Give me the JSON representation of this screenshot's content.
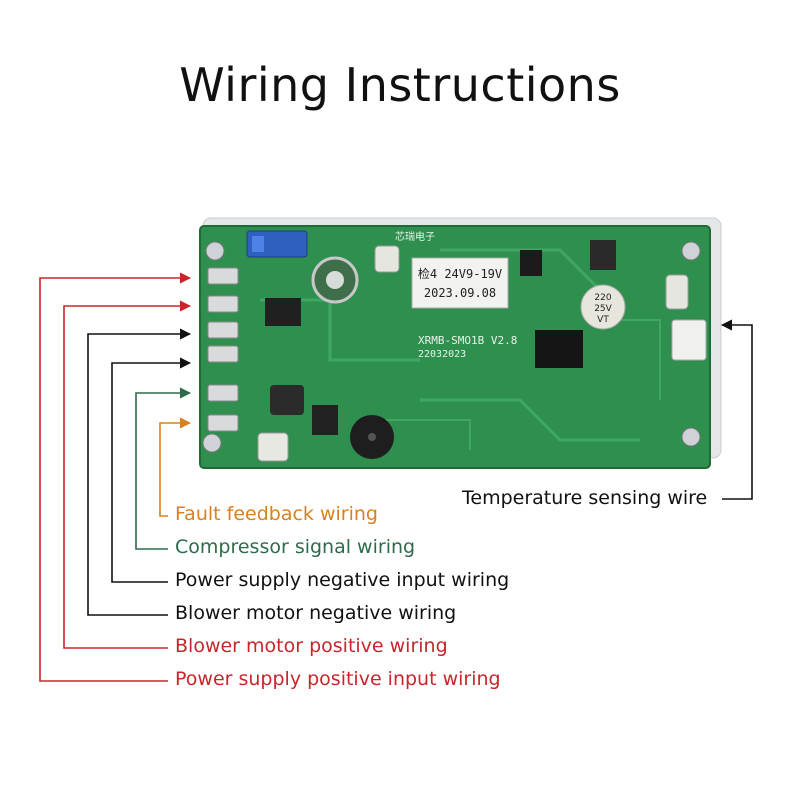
{
  "title": "Wiring Instructions",
  "board": {
    "label_line1": "检4 24V9-19V",
    "label_line2": "2023.09.08",
    "model": "XRMB-SMO1B V2.8",
    "code": "22032023",
    "brand": "芯瑞电子",
    "cap_label_1": "220",
    "cap_label_2": "25V",
    "cap_label_3": "VT"
  },
  "labels": {
    "fault_feedback": "Fault feedback wiring",
    "compressor_signal": "Compressor signal wiring",
    "power_negative": "Power supply negative input wiring",
    "blower_negative": "Blower motor negative wiring",
    "blower_positive": "Blower motor positive wiring",
    "power_positive": "Power supply positive input wiring",
    "temperature_sensing": "Temperature sensing wire"
  },
  "colors": {
    "fault": "#d9801f",
    "compressor": "#2e6b4a",
    "negative": "#111111",
    "positive": "#c8262a",
    "pcb": "#2f8f4e"
  }
}
